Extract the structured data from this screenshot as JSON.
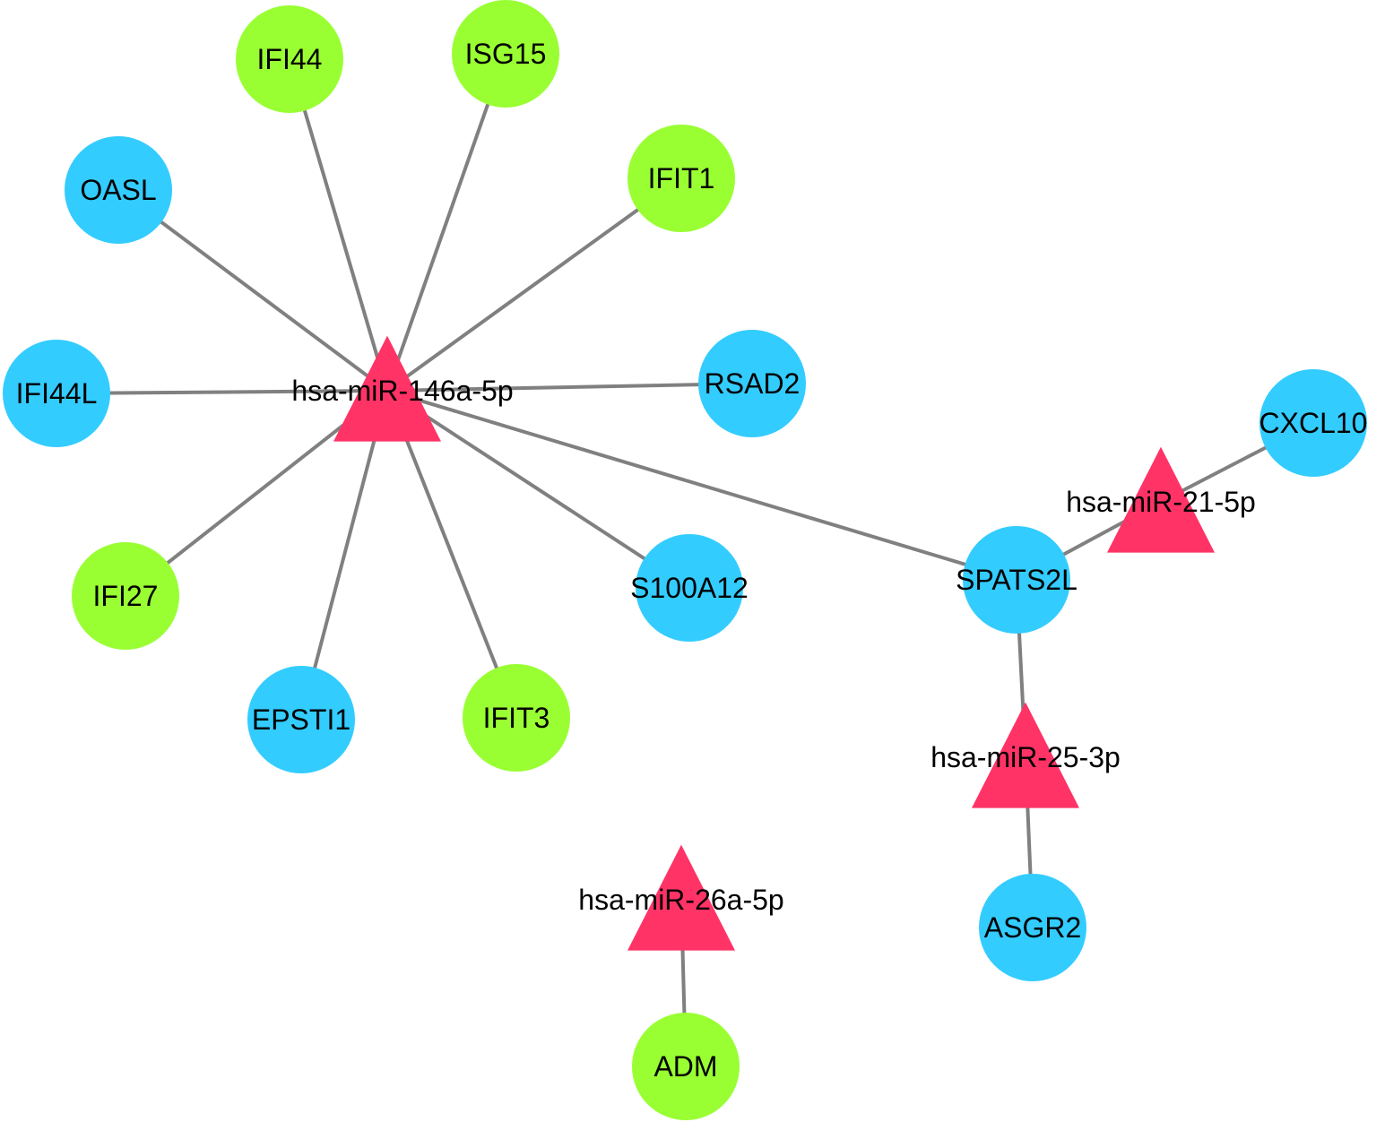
{
  "colors": {
    "mirna": "#ff3366",
    "gene_up": "#99ff33",
    "gene_down": "#33ccff",
    "edge": "#808080"
  },
  "mirnas": [
    {
      "id": "m146",
      "label": "hsa-miR-146a-5p"
    },
    {
      "id": "m21",
      "label": "hsa-miR-21-5p"
    },
    {
      "id": "m25",
      "label": "hsa-miR-25-3p"
    },
    {
      "id": "m26",
      "label": "hsa-miR-26a-5p"
    }
  ],
  "genes": [
    {
      "id": "IFI44",
      "label": "IFI44",
      "group": "up"
    },
    {
      "id": "ISG15",
      "label": "ISG15",
      "group": "up"
    },
    {
      "id": "IFIT1",
      "label": "IFIT1",
      "group": "up"
    },
    {
      "id": "OASL",
      "label": "OASL",
      "group": "down"
    },
    {
      "id": "IFI44L",
      "label": "IFI44L",
      "group": "down"
    },
    {
      "id": "RSAD2",
      "label": "RSAD2",
      "group": "down"
    },
    {
      "id": "IFI27",
      "label": "IFI27",
      "group": "up"
    },
    {
      "id": "S100A12",
      "label": "S100A12",
      "group": "down"
    },
    {
      "id": "EPSTI1",
      "label": "EPSTI1",
      "group": "down"
    },
    {
      "id": "IFIT3",
      "label": "IFIT3",
      "group": "up"
    },
    {
      "id": "SPATS2L",
      "label": "SPATS2L",
      "group": "down"
    },
    {
      "id": "CXCL10",
      "label": "CXCL10",
      "group": "down"
    },
    {
      "id": "ASGR2",
      "label": "ASGR2",
      "group": "down"
    },
    {
      "id": "ADM",
      "label": "ADM",
      "group": "up"
    }
  ],
  "edges": [
    [
      "m146",
      "IFI44"
    ],
    [
      "m146",
      "ISG15"
    ],
    [
      "m146",
      "IFIT1"
    ],
    [
      "m146",
      "OASL"
    ],
    [
      "m146",
      "IFI44L"
    ],
    [
      "m146",
      "RSAD2"
    ],
    [
      "m146",
      "IFI27"
    ],
    [
      "m146",
      "S100A12"
    ],
    [
      "m146",
      "EPSTI1"
    ],
    [
      "m146",
      "IFIT3"
    ],
    [
      "m146",
      "SPATS2L"
    ],
    [
      "m21",
      "SPATS2L"
    ],
    [
      "m21",
      "CXCL10"
    ],
    [
      "m25",
      "SPATS2L"
    ],
    [
      "m25",
      "ASGR2"
    ],
    [
      "m26",
      "ADM"
    ]
  ]
}
